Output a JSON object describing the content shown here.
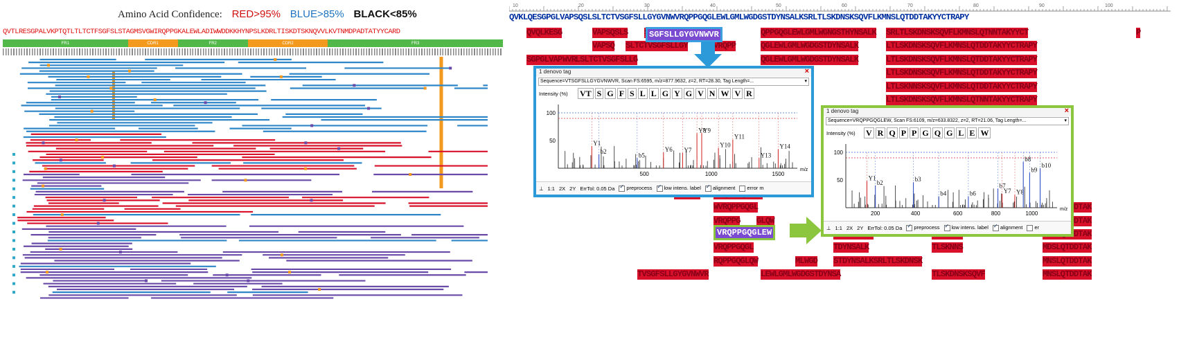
{
  "legend": {
    "title": "Amino Acid Confidence:",
    "red": "RED>95%",
    "blue": "BLUE>85%",
    "black": "BLACK<85%"
  },
  "colors": {
    "red": "#d8102a",
    "blue": "#2e86c8",
    "purple": "#6a4aa8",
    "orange": "#f39a1e",
    "green": "#52b84a",
    "cyan": "#2fa8c8",
    "highlight": "#7a4ad0"
  },
  "left_sequence": "QVTLRESGPALVKPTQTLTLTCTFSGFSLSTAGMSVGWIRQPPGKALEWLADIWWDDKKHYNPSLKDRLTISKDTSKNQVVLKVTNMDPADTATYYCARD",
  "regions": [
    {
      "label": "FR1",
      "color": "#52b84a",
      "flex": 25
    },
    {
      "label": "CDR1",
      "color": "#f39a1e",
      "flex": 10
    },
    {
      "label": "FR2",
      "color": "#52b84a",
      "flex": 14
    },
    {
      "label": "CDR2",
      "color": "#f39a1e",
      "flex": 16
    },
    {
      "label": "FR3",
      "color": "#52b84a",
      "flex": 35
    }
  ],
  "right_ruler_ticks": [
    "10",
    "20",
    "30",
    "40",
    "50",
    "60",
    "70",
    "80",
    "90",
    "100"
  ],
  "right_sequence": "QVKLQESGPGLVAPSQSLSLTCTVSGFSLLGYGVNWVRQPPGQGLEWLGMLWGDGSTDYNSALKSRLTLSKDNSKSQVFLKMNSLQTDDTAKYYCTRAPY",
  "peptide_rows": [
    [
      "QVQLKESG",
      "VAPSQSLS",
      "SGFSLLGYGVNWVR",
      "QPPGQGLEWLGMLWGNGSTHYNSALK",
      "SRLTLSKDNSKSQVFLKMNSLQTNNTAKYYCT",
      "P"
    ],
    [
      "VAPSQ",
      "SLTCTVSGFSLLGY",
      "VRQPP",
      "QGLEWLGMLWGDGSTDYNSALK",
      "LTLSKDNSKSQVFLKMNSLQTDDTAKYYCTRAPY"
    ],
    [
      "SGPGLVAPSQSLSLTCTVSGFSLLG",
      "WVR",
      "QGLEWLGMLWGDGSTDYNSALK",
      "LTLSKDNSKSQVFLKMNSLQTDDTAKYYCTRAPY"
    ],
    [
      "NGSTDYNSALK",
      "LTLSKDNSKSQVFLKMNSLQTDDTAKYYCTRAPY"
    ],
    [
      "NGSTDYNSALK",
      "LTLSKNNSKSQVFLKMNSLQTDDTAKYYCTRAPY"
    ],
    [
      "GGSTDYNSALK",
      "LTLSKDNSKSQVFLKMNSLQTNNTAKYYCTRAPY"
    ],
    [
      "GGSTDYNSALK",
      "LTLSKDNSK",
      "VFLKMNSLQTDDTAKYYCTRAPY"
    ],
    [
      "GGSTDYNSALK",
      "LTLSKNNSK",
      "VFLKMNSL"
    ],
    [
      "LGYGVNWVR"
    ],
    [
      "FSLLGYGVNWVR"
    ],
    [
      "LGYGVNWVRQPPGQGL"
    ],
    [
      "LGYGVNWVRQPP",
      "QGLEWL"
    ],
    [
      "LGYGVN",
      "VRQPPGQGLEW"
    ],
    [
      "WVRQPPGQGL",
      "GSTDYNSALK",
      "TLSKDDSKSQVF",
      "MNSLQTDDTAK"
    ],
    [
      "VRQPPG",
      "GLQW",
      "GSTDYDSALK",
      "TLSKDNSK",
      "MNSLQTDDTAK"
    ],
    [
      "VRQPPGQGL",
      "STDYNSALK",
      "TLSKDNS",
      "MNSLQTDDTAK"
    ],
    [
      "VRQPPGQGL",
      "TDYNSALK",
      "TLSKNNS",
      "MDSLQTDDTAK"
    ],
    [
      "RQPPGQGLQW",
      "MLWGD",
      "STDYNSALKSRLTLSKDNSK",
      "MNSLQTDDTAK"
    ],
    [
      "TVSGFSLLGYGVNWVR",
      "LEWLGMLWGDGSTDYNSA",
      "TLSKDNSKSQVF",
      "MNSLQTDDTAK"
    ]
  ],
  "highlight1": "SGFSLLGYGVNWVR",
  "highlight2": "VRQPPGQGLEW",
  "window1": {
    "title": "1 denovo tag",
    "sequence": "Sequence=VTSGFSLLGYGVNWVR, Scan FS:6595, m/z=877.9632, z=2, RT=28.30, Tag Length=...",
    "intensity_label": "Intensity (%)",
    "residues": [
      "VT",
      "S",
      "G",
      "F",
      "S",
      "L",
      "L",
      "G",
      "Y",
      "G",
      "V",
      "N",
      "W",
      "V",
      "R"
    ],
    "y_ticks": [
      "100",
      "50"
    ],
    "x_ticks": [
      "500",
      "1000",
      "1500"
    ],
    "x_unit": "m/z",
    "ion_labels": [
      "Y1",
      "b2",
      "b5",
      "Y6",
      "Y7",
      "Y8",
      "Y9",
      "Y10",
      "Y11",
      "Y13",
      "Y14"
    ],
    "toolbar": [
      "1:1",
      "2X",
      "2Y",
      "ErrTol: 0.05 Da",
      "preprocess",
      "low intens. label",
      "alignment",
      "error m"
    ]
  },
  "window2": {
    "title": "1 denovo tag",
    "sequence": "Sequence=VRQPPGQGLEW, Scan FS:6109, m/z=633.8322, z=2, RT=21.06, Tag Length=...",
    "intensity_label": "Intensity (%)",
    "residues": [
      "V",
      "R",
      "Q",
      "P",
      "P",
      "G",
      "Q",
      "G",
      "L",
      "E",
      "W"
    ],
    "y_ticks": [
      "100",
      "50"
    ],
    "x_ticks": [
      "200",
      "400",
      "600",
      "800",
      "1000"
    ],
    "x_unit": "m/z",
    "ion_labels": [
      "Y1",
      "b2",
      "b3",
      "b4",
      "b6",
      "b7",
      "Y7",
      "Y8",
      "b8",
      "b9",
      "b10"
    ],
    "toolbar": [
      "1:1",
      "2X",
      "2Y",
      "ErrTol: 0.05 Da",
      "preprocess",
      "low intens. label",
      "alignment",
      "er"
    ]
  }
}
